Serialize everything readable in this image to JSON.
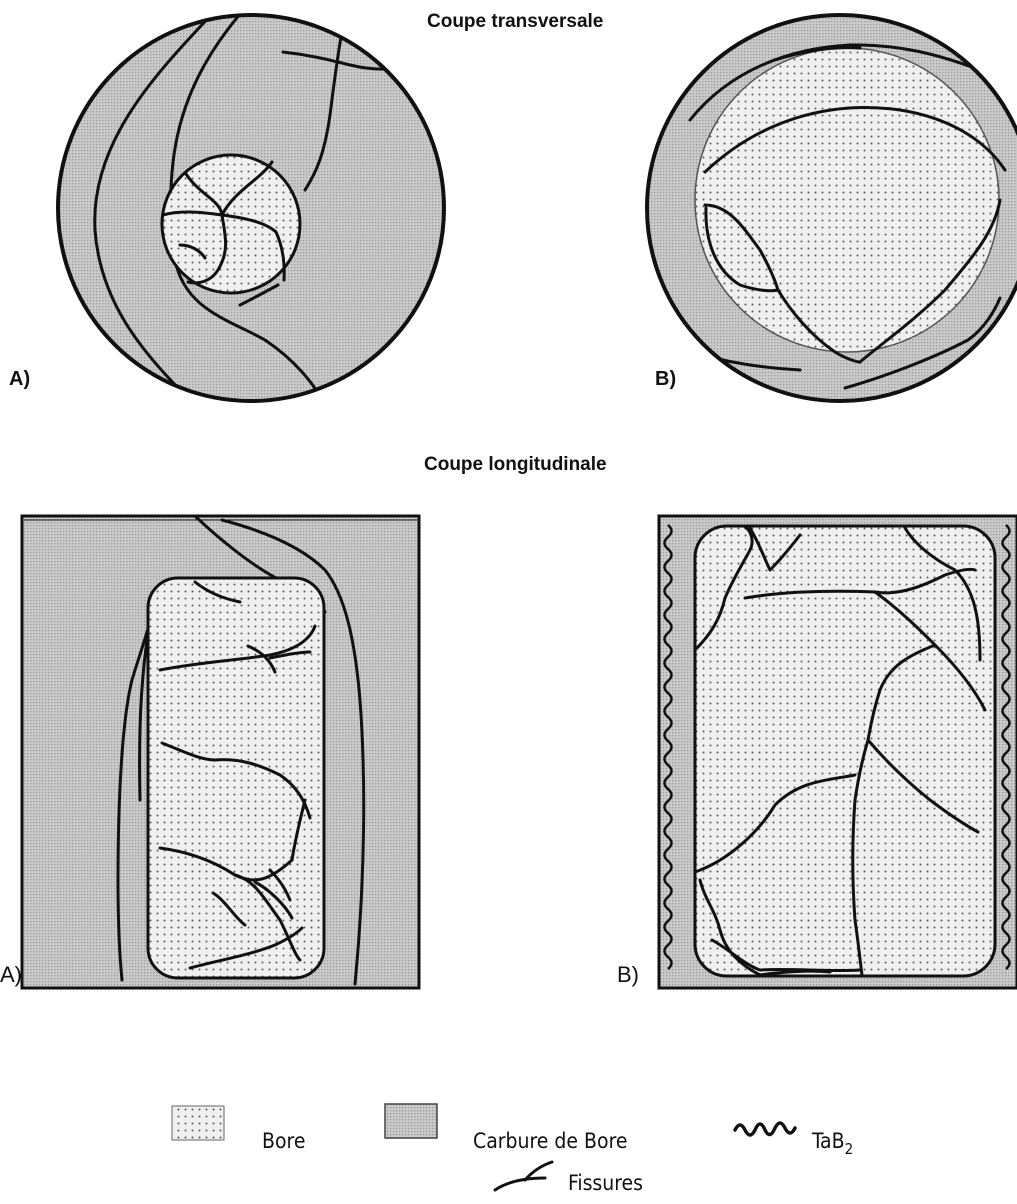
{
  "sections": {
    "transverse_title": "Coupe transversale",
    "longitudinal_title": "Coupe longitudinale"
  },
  "panels": {
    "transverse_a": "A)",
    "transverse_b": "B)",
    "longitudinal_a": "A)",
    "longitudinal_b": "B)"
  },
  "legend": {
    "bore": "Bore",
    "carbure": "Carbure de Bore",
    "tab2_prefix": "TaB",
    "tab2_sub": "2",
    "fissures": "Fissures"
  },
  "colors": {
    "bore_fill": "#efefef",
    "bore_dot": "#5a5a5a",
    "carbure_fill": "#c6c6c6",
    "ink": "#111111"
  }
}
